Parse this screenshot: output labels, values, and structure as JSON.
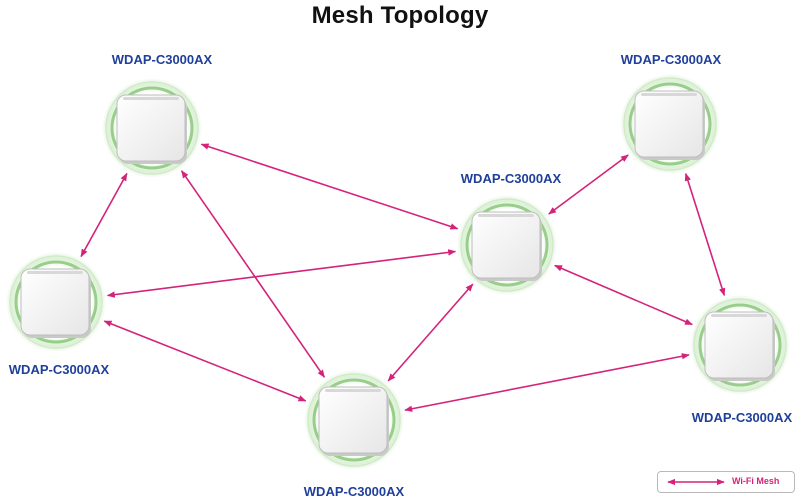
{
  "title": "Mesh Topology",
  "colors": {
    "link": "#d4237a",
    "label": "#1f3f9a",
    "glow": "#5aa84a"
  },
  "nodes": [
    {
      "id": "ap1",
      "label": "WDAP-C3000AX"
    },
    {
      "id": "ap2",
      "label": "WDAP-C3000AX"
    },
    {
      "id": "ap3",
      "label": "WDAP-C3000AX"
    },
    {
      "id": "ap4",
      "label": "WDAP-C3000AX"
    },
    {
      "id": "ap5",
      "label": "WDAP-C3000AX"
    },
    {
      "id": "ap6",
      "label": "WDAP-C3000AX"
    }
  ],
  "links": [
    [
      "ap1",
      "ap3"
    ],
    [
      "ap1",
      "ap4"
    ],
    [
      "ap1",
      "ap6"
    ],
    [
      "ap3",
      "ap2"
    ],
    [
      "ap3",
      "ap4"
    ],
    [
      "ap3",
      "ap5"
    ],
    [
      "ap3",
      "ap6"
    ],
    [
      "ap2",
      "ap5"
    ],
    [
      "ap4",
      "ap6"
    ],
    [
      "ap6",
      "ap5"
    ]
  ],
  "legend": {
    "label": "Wi-Fi Mesh"
  }
}
